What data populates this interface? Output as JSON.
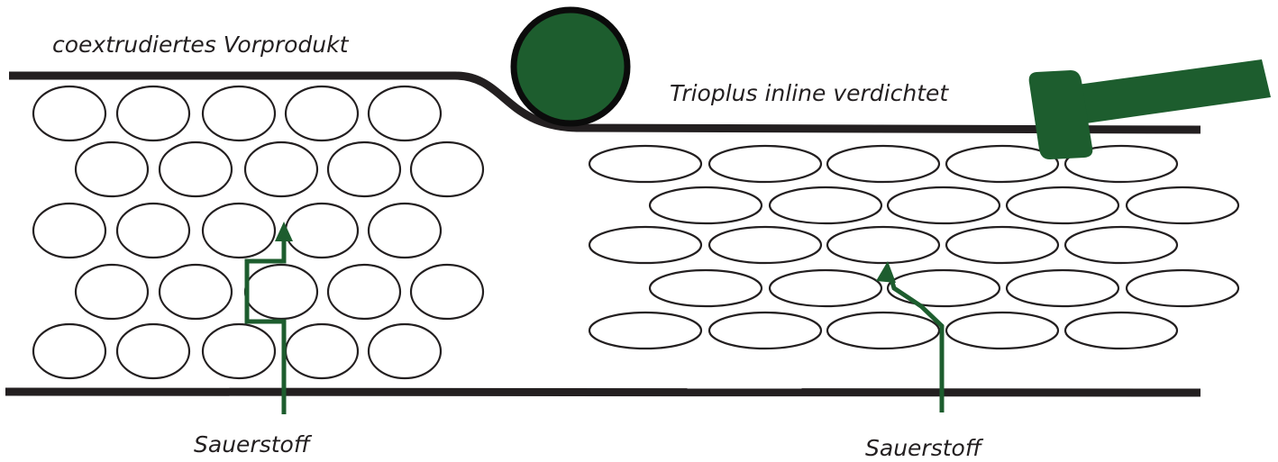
{
  "labels": {
    "precursor": "coextrudiertes Vorprodukt",
    "compacted": "Trioplus inline verdichtet",
    "oxygen_left": "Sauerstoff",
    "oxygen_right": "Sauerstoff"
  },
  "colors": {
    "line": "#231f20",
    "accent_green": "#1d5d2e",
    "background": "#ffffff"
  },
  "icons": {
    "roller": "roller-icon",
    "hammer": "hammer-icon"
  }
}
